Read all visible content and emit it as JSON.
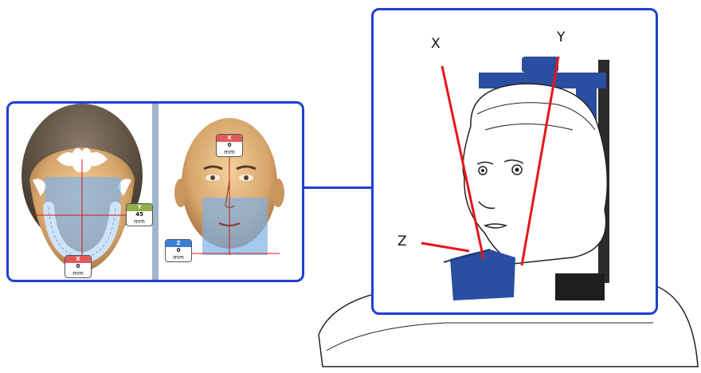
{
  "left_view": {
    "top_view_tags": {
      "y": {
        "axis": "Y",
        "value": "45",
        "unit": "mm",
        "color": "#8fb04a"
      },
      "x": {
        "axis": "X",
        "value": "0",
        "unit": "mm",
        "color": "#e05a5a"
      }
    },
    "front_view_tags": {
      "x": {
        "axis": "X",
        "value": "0",
        "unit": "mm",
        "color": "#e05a5a"
      },
      "z": {
        "axis": "Z",
        "value": "0",
        "unit": "mm",
        "color": "#3b7fd9"
      }
    }
  },
  "right_view": {
    "labels": {
      "x": "X",
      "y": "Y",
      "z": "Z"
    },
    "laser_color": "#e8141b"
  },
  "accent_color": "#1f3fd6"
}
